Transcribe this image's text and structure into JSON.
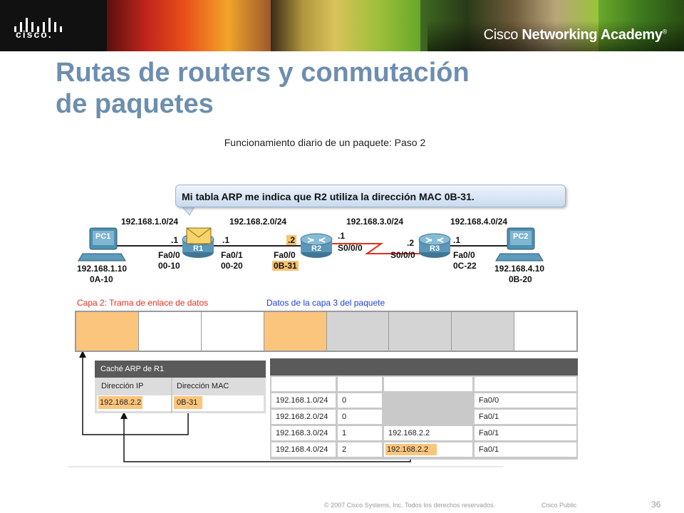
{
  "header": {
    "logo_text": "cisco.",
    "academy_brand": "Cisco",
    "academy_name": "Networking Academy",
    "academy_mark": "®"
  },
  "slide": {
    "title_line1": "Rutas de routers y conmutación",
    "title_line2": "de paquetes",
    "diagram_title": "Funcionamiento diario de un paquete: Paso 2",
    "page_number": "36"
  },
  "bubble": {
    "text": "Mi tabla ARP me indica que R2 utiliza la dirección MAC 0B-31."
  },
  "network": {
    "networks": [
      "192.168.1.0/24",
      "192.168.2.0/24",
      "192.168.3.0/24",
      "192.168.4.0/24"
    ],
    "devices": [
      "PC1",
      "R1",
      "R2",
      "R3",
      "PC2"
    ],
    "pc1": {
      "ip": "192.168.1.10",
      "mac": "0A-10"
    },
    "pc2": {
      "ip": "192.168.4.10",
      "mac": "0B-20"
    },
    "r1_fa00": {
      "host": ".1",
      "iface": "Fa0/0",
      "mac": "00-10"
    },
    "r1_fa01": {
      "host": ".1",
      "iface": "Fa0/1",
      "mac": "00-20"
    },
    "r2_fa00": {
      "host": ".2",
      "iface": "Fa0/0",
      "mac": "0B-31"
    },
    "r2_s000": {
      "host": ".1",
      "iface": "S0/0/0"
    },
    "r3_s000": {
      "host": ".2",
      "iface": "S0/0/0"
    },
    "r3_fa00": {
      "host": ".1",
      "iface": "Fa0/0",
      "mac": "0C-22"
    }
  },
  "frame": {
    "layer2_label": "Capa 2: Trama de enlace de datos",
    "layer3_label": "Datos de la capa 3 del paquete",
    "cell_colors": [
      "#fbc57e",
      "#ffffff",
      "#ffffff",
      "#fbc57e",
      "#d4d4d4",
      "#d4d4d4",
      "#d4d4d4",
      "#ffffff"
    ]
  },
  "arp_cache": {
    "title": "Caché ARP de R1",
    "headers": [
      "Dirección IP",
      "Dirección MAC"
    ],
    "row": [
      "192.168.2.2",
      "0B-31"
    ]
  },
  "routing_table": {
    "rows": [
      [
        "192.168.1.0/24",
        "0",
        "",
        "Fa0/0"
      ],
      [
        "192.168.2.0/24",
        "0",
        "",
        "Fa0/1"
      ],
      [
        "192.168.3.0/24",
        "1",
        "192.168.2.2",
        "Fa0/1"
      ],
      [
        "192.168.4.0/24",
        "2",
        "192.168.2.2",
        "Fa0/1"
      ]
    ]
  },
  "footer": {
    "copyright": "© 2007 Cisco Systems, Inc. Todos los derechos reservados.",
    "classification": "Cisco Public"
  },
  "colors": {
    "title": "#6d8eae",
    "highlight": "#fbc57e",
    "layer2_text": "#e0301e",
    "layer3_text": "#1c3fd8"
  }
}
